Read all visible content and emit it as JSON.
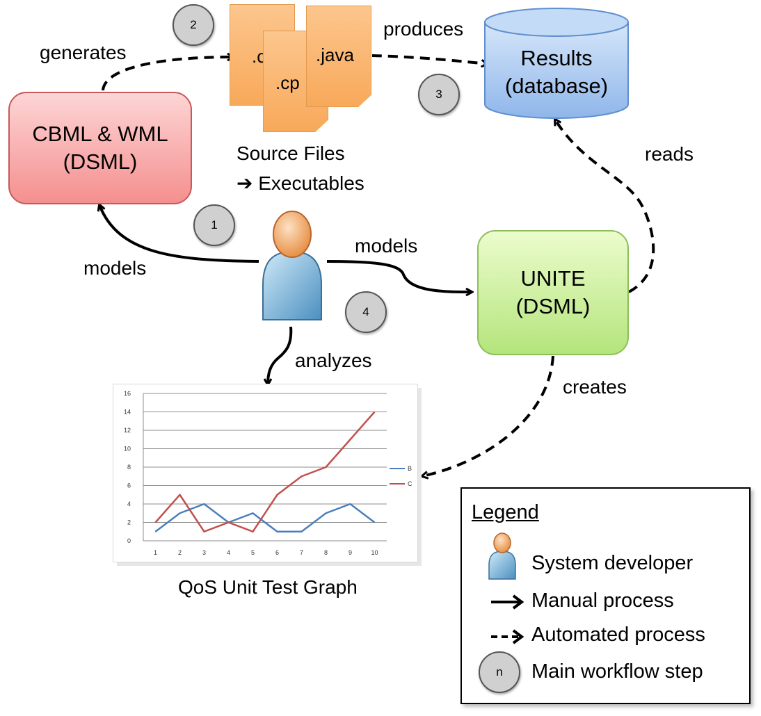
{
  "nodes": {
    "cbml": {
      "line1": "CBML & WML",
      "line2": "(DSML)"
    },
    "unite": {
      "line1": "UNITE",
      "line2": "(DSML)"
    },
    "results": {
      "line1": "Results",
      "line2": "(database)"
    },
    "source_files": {
      "file1": ".c",
      "file2": ".cp",
      "file3": ".java",
      "caption1": "Source Files",
      "caption2": "Executables",
      "arrow_glyph": "➔"
    }
  },
  "edges": {
    "generates": "generates",
    "produces": "produces",
    "reads": "reads",
    "models_left": "models",
    "models_right": "models",
    "analyzes": "analyzes",
    "creates": "creates"
  },
  "steps": [
    "1",
    "2",
    "3",
    "4"
  ],
  "graph": {
    "caption": "QoS Unit Test Graph"
  },
  "chart_data": {
    "type": "line",
    "x": [
      1,
      2,
      3,
      4,
      5,
      6,
      7,
      8,
      9,
      10
    ],
    "series": [
      {
        "name": "B",
        "values": [
          1,
          3,
          4,
          2,
          3,
          1,
          1,
          3,
          4,
          2
        ],
        "color": "#4a7ebb"
      },
      {
        "name": "C",
        "values": [
          2,
          5,
          1,
          2,
          1,
          5,
          7,
          8,
          11,
          14
        ],
        "color": "#c0504d"
      }
    ],
    "yticks": [
      0,
      2,
      4,
      6,
      8,
      10,
      12,
      14,
      16
    ],
    "ylim": [
      0,
      16
    ],
    "grid": true,
    "legend": "right",
    "title": "",
    "xlabel": "",
    "ylabel": ""
  },
  "legend": {
    "title": "Legend",
    "developer": "System developer",
    "manual": "Manual process",
    "automated": "Automated process",
    "step_symbol": "n",
    "step": "Main workflow step"
  },
  "colors": {
    "cbml_fill": "#f8a3a3",
    "cbml_border": "#c55a5a",
    "unite_fill": "#c2ee8e",
    "unite_border": "#8cbe5a",
    "db_fill": "#a9caf1",
    "db_border": "#5f8fcf",
    "file_fill": "#f8b26f",
    "step_fill": "#d0d0d0"
  },
  "icons": {
    "developer": "person-icon",
    "database": "database-cylinder-icon",
    "files": "document-stack-icon"
  }
}
